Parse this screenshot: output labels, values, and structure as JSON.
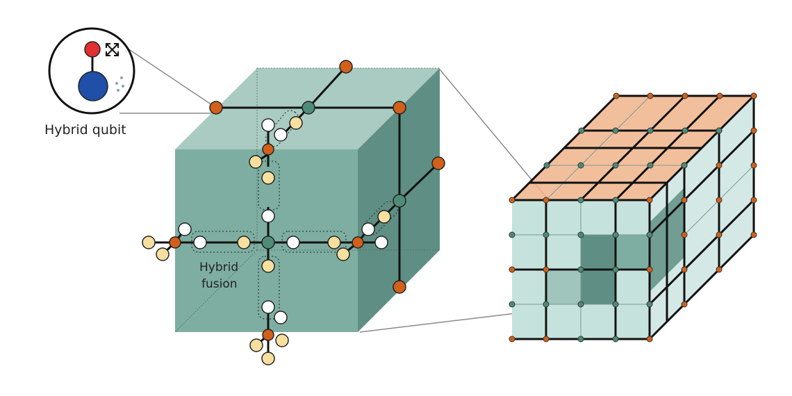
{
  "labels": {
    "hybrid_qubit": "Hybrid qubit",
    "hybrid_fusion_line1": "Hybrid",
    "hybrid_fusion_line2": "fusion"
  },
  "colors": {
    "cube_front": "#7eaea2",
    "cube_top": "#a9cbc2",
    "cube_side": "#5f8f84",
    "lattice_face": "#c6e2dc",
    "lattice_top": "#f0b48c",
    "lattice_dark": "#5f8f84",
    "orange_node": "#d2601a",
    "teal_node": "#4e8c78",
    "yellow_node": "#f7dfa0",
    "white_node": "#ffffff",
    "red_dot": "#e03030",
    "blue_dot": "#1f4fa8"
  },
  "icons": {
    "inset": "hybrid-qubit-inset-icon",
    "arrows": "four-way-arrows-icon"
  }
}
